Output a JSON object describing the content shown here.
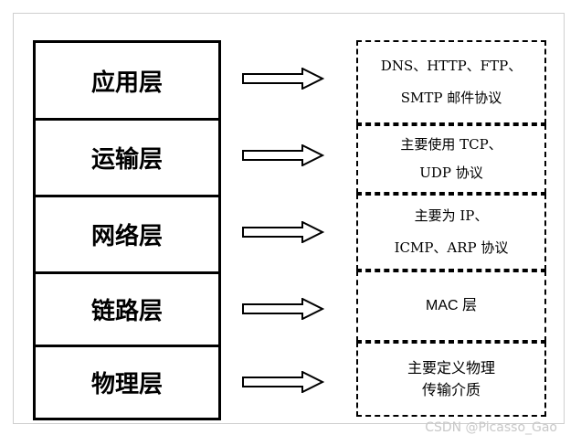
{
  "layers": [
    {
      "name": "应用层",
      "description": [
        "DNS、HTTP、FTP、",
        "SMTP 邮件协议"
      ]
    },
    {
      "name": "运输层",
      "description": [
        "主要使用 TCP、",
        "UDP 协议"
      ]
    },
    {
      "name": "网络层",
      "description": [
        "主要为 IP、",
        "ICMP、ARP 协议"
      ]
    },
    {
      "name": "链路层",
      "description": [
        "MAC 层"
      ]
    },
    {
      "name": "物理层",
      "description": [
        "主要定义物理",
        "传输介质"
      ]
    }
  ],
  "watermark": "CSDN @Picasso_Gao"
}
